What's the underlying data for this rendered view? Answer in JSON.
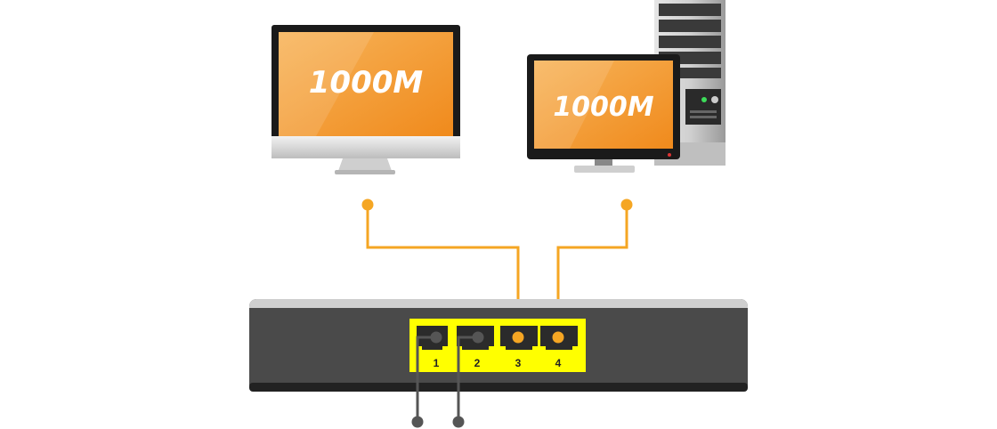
{
  "devices": {
    "imac": {
      "screen_label": "1000M",
      "icon": "all-in-one-monitor-icon"
    },
    "desktop": {
      "screen_label": "1000M",
      "icon": "desktop-pc-tower-icon"
    }
  },
  "switch": {
    "icon": "network-switch-icon",
    "ports": [
      {
        "number": "1",
        "connected_color": "#555555"
      },
      {
        "number": "2",
        "connected_color": "#555555"
      },
      {
        "number": "3",
        "connected_color": "#F5A623"
      },
      {
        "number": "4",
        "connected_color": "#F5A623"
      }
    ]
  },
  "colors": {
    "accent_orange": "#F5A623",
    "screen_orange_light": "#F7B45A",
    "screen_orange_dark": "#F08A1C",
    "port_panel_yellow": "#FFFF00",
    "switch_body": "#4A4A4A",
    "cable_gray": "#555555"
  }
}
